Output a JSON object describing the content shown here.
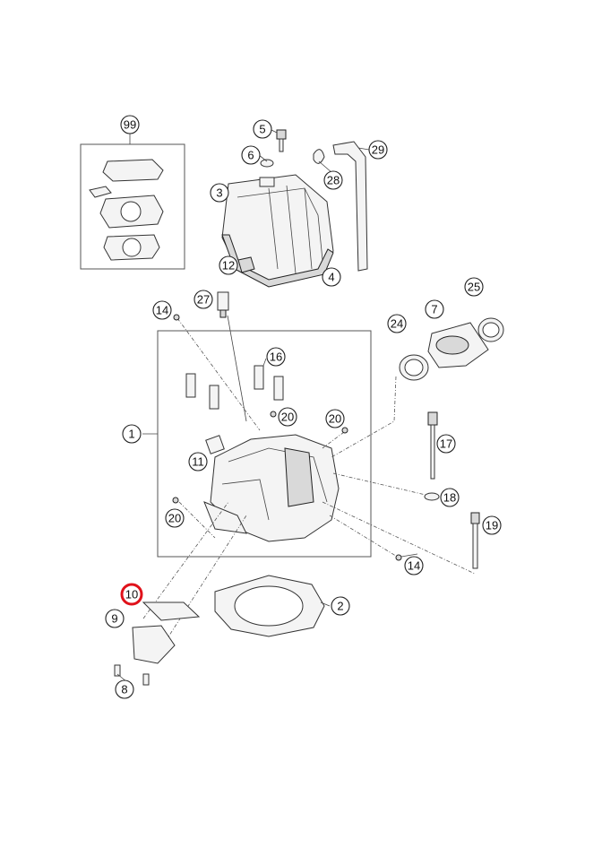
{
  "diagram": {
    "callouts": {
      "c99": "99",
      "c5": "5",
      "c6": "6",
      "c29": "29",
      "c3": "3",
      "c28": "28",
      "c12": "12",
      "c4": "4",
      "c27": "27",
      "c14a": "14",
      "c24": "24",
      "c7": "7",
      "c25": "25",
      "c16": "16",
      "c1": "1",
      "c20a": "20",
      "c20b": "20",
      "c17": "17",
      "c11": "11",
      "c18": "18",
      "c20c": "20",
      "c19": "19",
      "c14b": "14",
      "c10": "10",
      "c2": "2",
      "c9": "9",
      "c8": "8"
    },
    "highlight_color": "#e0121b",
    "highlighted_callout": "10"
  }
}
